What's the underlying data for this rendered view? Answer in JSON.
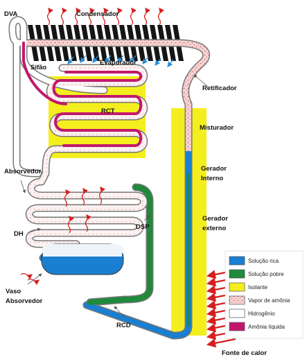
{
  "colors": {
    "rich_solution": "#1a7fd0",
    "poor_solution": "#1f8a3c",
    "insulation": "#f4ee1e",
    "ammonia_vapor": "#e9a9a9",
    "hydrogen": "#ffffff",
    "liquid_ammonia": "#c2186b",
    "heat_arrow": "#d61e1e",
    "tube_outline": "#777777"
  },
  "labels": {
    "dva": "DVA",
    "condensador": "Condensador",
    "sifao": "Sifão",
    "evaporador": "Evaporador",
    "retificador": "Retificador",
    "rct": "RCT",
    "misturador": "Misturador",
    "gerador_interno": [
      "Gerador",
      "Interno"
    ],
    "absorvedor": "Absorvedor",
    "gerador_externo": [
      "Gerador",
      "externo"
    ],
    "dsp": "DSP",
    "dh": "DH",
    "vaso_absorvedor": [
      "Vaso",
      "Absorvedor"
    ],
    "rcd": "RCD",
    "fonte_de_calor": "Fonte de calor"
  },
  "legend": [
    {
      "key": "rich_solution",
      "label": "Solução rica"
    },
    {
      "key": "poor_solution",
      "label": "Solução pobre"
    },
    {
      "key": "insulation",
      "label": "Isolante"
    },
    {
      "key": "ammonia_vapor",
      "label": "Vapor de amônia"
    },
    {
      "key": "hydrogen",
      "label": "Hidrogênio"
    },
    {
      "key": "liquid_ammonia",
      "label": "Amônia líquida"
    }
  ]
}
